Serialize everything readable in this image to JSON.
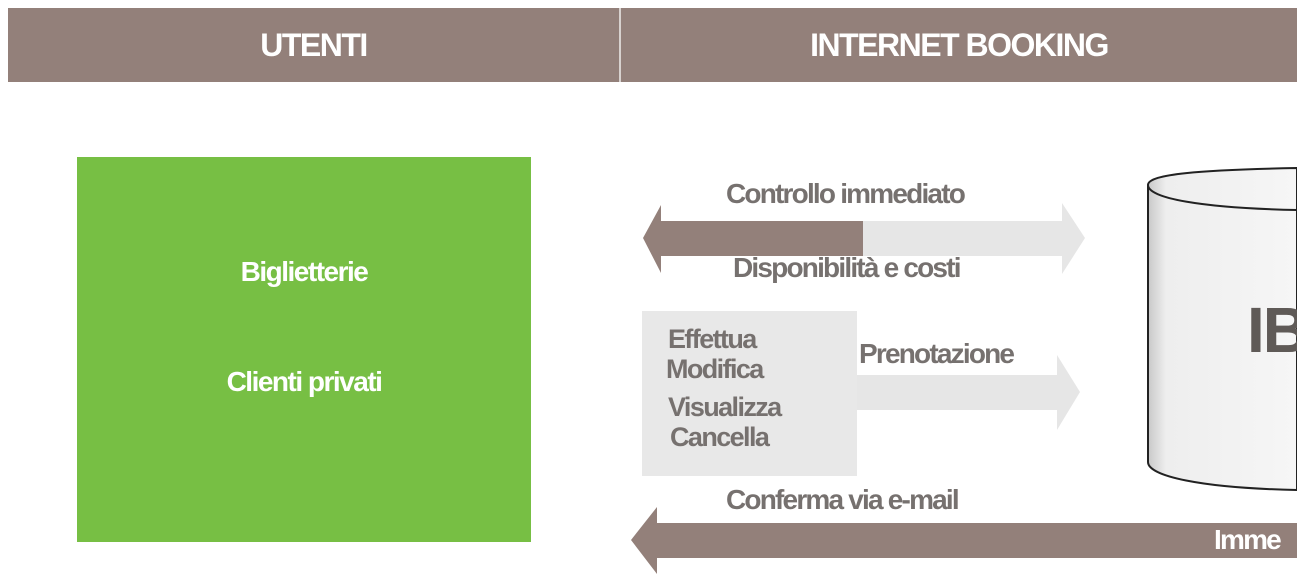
{
  "header": {
    "left_title": "UTENTI",
    "right_title": "INTERNET BOOKING"
  },
  "users": {
    "items": [
      "Biglietterie",
      "Clienti privati"
    ],
    "color": "#77bf44"
  },
  "flows": {
    "control_top": "Controllo immediato",
    "control_bottom": "Disponibilità e costi",
    "booking": "Prenotazione",
    "confirm": "Conferma via e-mail",
    "cut_text": "Imme"
  },
  "actions": [
    "Effettua",
    "Modifica",
    "Visualizza",
    "Cancella"
  ],
  "database": {
    "label": "IB"
  },
  "colors": {
    "header": "#93807a",
    "arrow_dark": "#93807a",
    "arrow_light": "#e6e6e6",
    "text_gray": "#76716f"
  }
}
